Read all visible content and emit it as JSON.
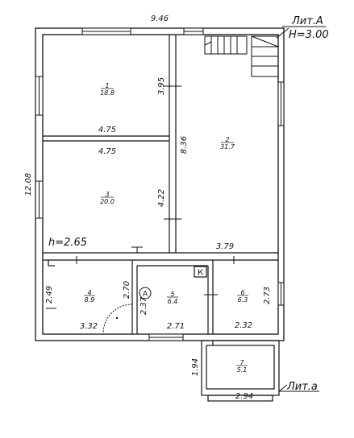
{
  "header": {
    "total_width": "9.46",
    "lit_label": "Лит.А",
    "height_label": "Н=3.00"
  },
  "dims": {
    "total_height": "12.08",
    "room1_height": "3.95",
    "upper_width_a": "4.75",
    "upper_width_b": "4.75",
    "room2_height": "8.36",
    "room3_height": "4.22",
    "lower_height_label": "h=2.65",
    "room6_width": "3.79",
    "room4_height": "2.49",
    "room4_partition": "2.70",
    "room5_height": "2.37",
    "room6_height": "2.73",
    "room4_width": "3.32",
    "room5_width": "2.71",
    "room6_bottom_width": "2.32",
    "porch_height": "1.94",
    "porch_width": "2.94"
  },
  "rooms": [
    {
      "number": "1",
      "area": "18.8"
    },
    {
      "number": "2",
      "area": "31.7"
    },
    {
      "number": "3",
      "area": "20.0"
    },
    {
      "number": "4",
      "area": "8.9"
    },
    {
      "number": "5",
      "area": "6.4"
    },
    {
      "number": "6",
      "area": "6.3"
    },
    {
      "number": "7",
      "area": "5.1"
    }
  ],
  "marks": {
    "boiler_letter": "А",
    "k_letter": "К"
  },
  "porch": {
    "lit_label": "Лит.а"
  }
}
